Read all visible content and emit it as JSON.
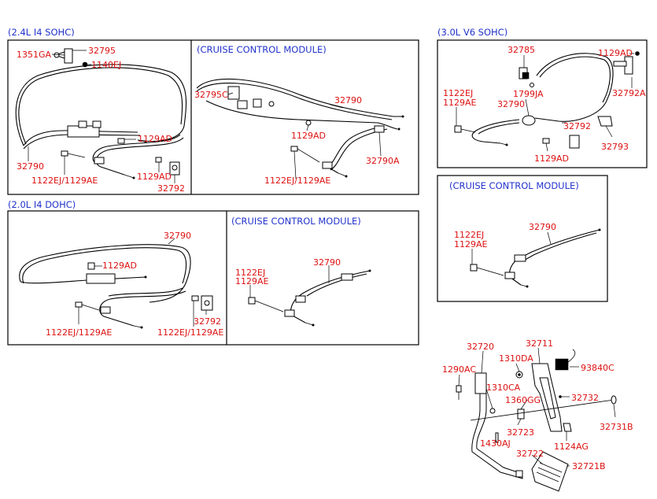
{
  "sections": {
    "s1": "(2.4L I4 SOHC)",
    "s2": "(CRUISE CONTROL MODULE)",
    "s3": "(3.0L V6 SOHC)",
    "s4": "(CRUISE CONTROL MODULE)",
    "s5": "(2.0L I4 DOHC)",
    "s6": "(CRUISE CONTROL MODULE)"
  },
  "labels": {
    "a": {
      "l1351GA": "1351GA",
      "l32795": "32795",
      "l1140EJ": "1140EJ",
      "l1129AD_a": "1129AD",
      "l32790": "32790",
      "l1122EJ_1129AE": "1122EJ/1129AE",
      "l1129AD_b": "1129AD",
      "l32792": "32792"
    },
    "b": {
      "l32795C": "32795C",
      "l32790": "32790",
      "l1129AD": "1129AD",
      "l32790A": "32790A",
      "l1122EJ_1129AE": "1122EJ/1129AE"
    },
    "c": {
      "l32785": "32785",
      "l1129AD_top": "1129AD",
      "l32792A": "32792A",
      "l1122EJ": "1122EJ",
      "l1129AE": "1129AE",
      "l1799JA": "1799JA",
      "l32790": "32790",
      "l32792": "32792",
      "l32793": "32793",
      "l1129AD_bot": "1129AD"
    },
    "d": {
      "l32790": "32790",
      "l1122EJ": "1122EJ",
      "l1129AE": "1129AE"
    },
    "e": {
      "l32790": "32790",
      "l1129AD": "1129AD",
      "l1122EJ_1129AE_a": "1122EJ/1129AE",
      "l32792": "32792",
      "l1122EJ_1129AE_b": "1122EJ/1129AE"
    },
    "f": {
      "l1122EJ": "1122EJ",
      "l1129AE": "1129AE",
      "l32790": "32790"
    },
    "g": {
      "l32720": "32720",
      "l32711": "32711",
      "l1310DA": "1310DA",
      "l1290AC": "1290AC",
      "l93840C": "93840C",
      "l1310CA": "1310CA",
      "l1360GG": "1360GG",
      "l32732": "32732",
      "l32731B": "32731B",
      "l32723": "32723",
      "l1430AJ": "1430AJ",
      "l1124AG": "1124AG",
      "l32722": "32722",
      "l32721B": "32721B"
    }
  }
}
